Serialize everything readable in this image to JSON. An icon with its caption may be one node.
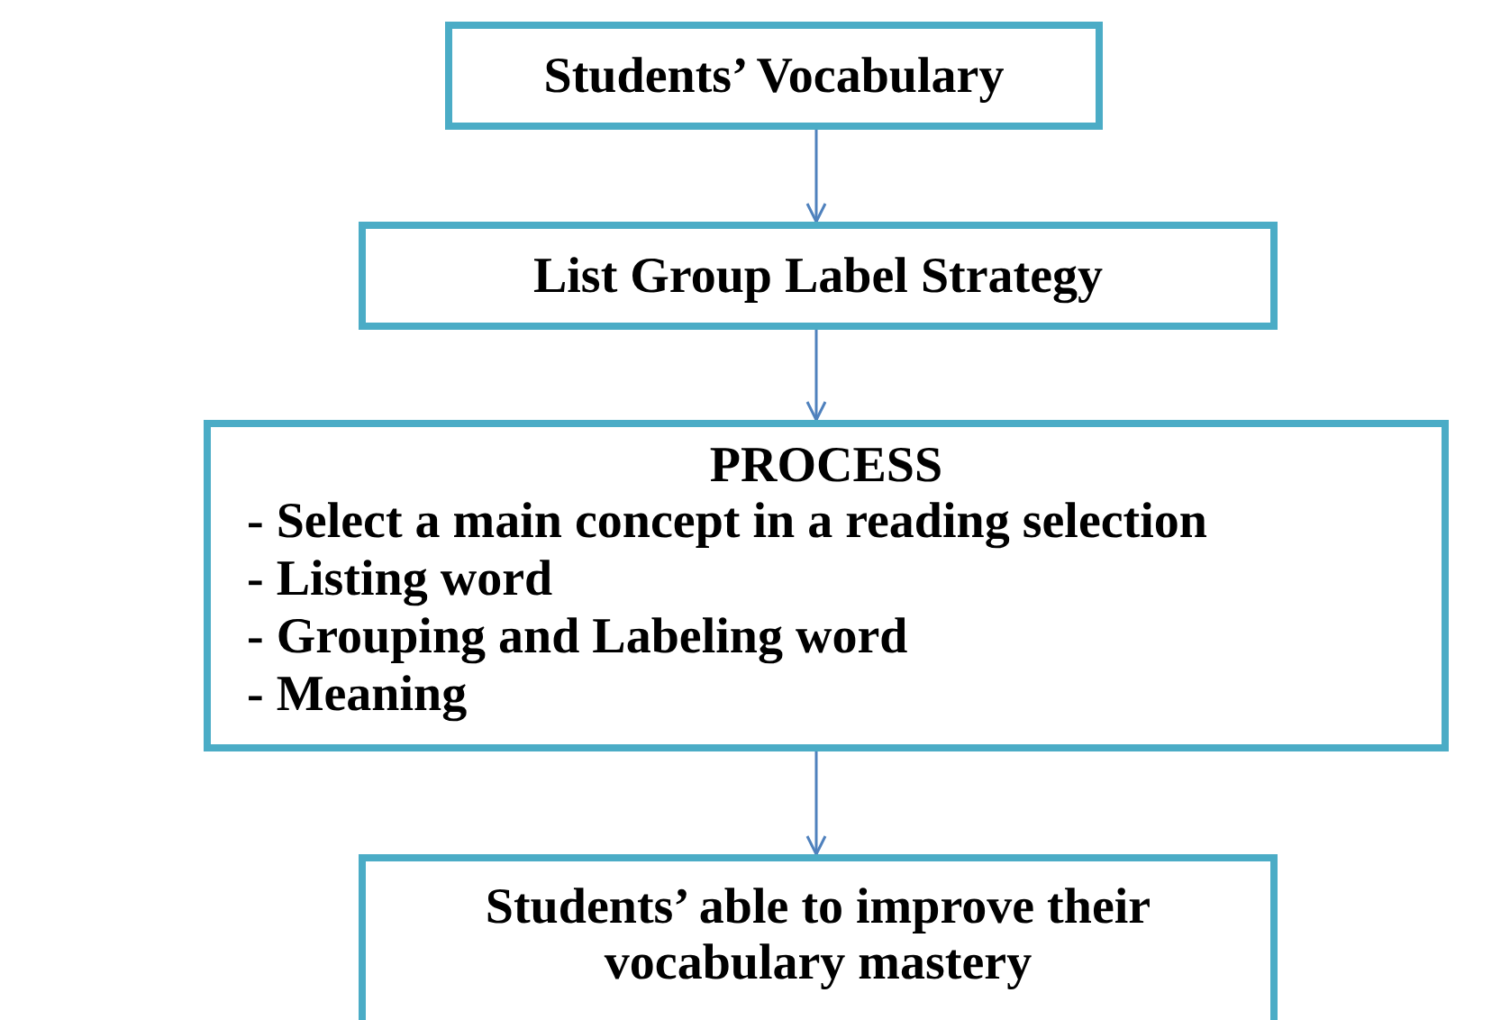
{
  "diagram": {
    "nodes": [
      {
        "text": [
          "Students’ Vocabulary"
        ]
      },
      {
        "text": [
          "List Group Label  Strategy"
        ]
      },
      {
        "text": [
          "PROCESS",
          "- Select a main concept in a reading selection",
          "- Listing word",
          "- Grouping and Labeling word",
          "- Meaning"
        ]
      },
      {
        "text": [
          "Students’ able to improve their vocabulary mastery"
        ]
      }
    ],
    "edges": [
      {
        "from": 0,
        "to": 1,
        "arrow": "to"
      },
      {
        "from": 1,
        "to": 2,
        "arrow": "to"
      },
      {
        "from": 2,
        "to": 3,
        "arrow": "to"
      }
    ]
  }
}
